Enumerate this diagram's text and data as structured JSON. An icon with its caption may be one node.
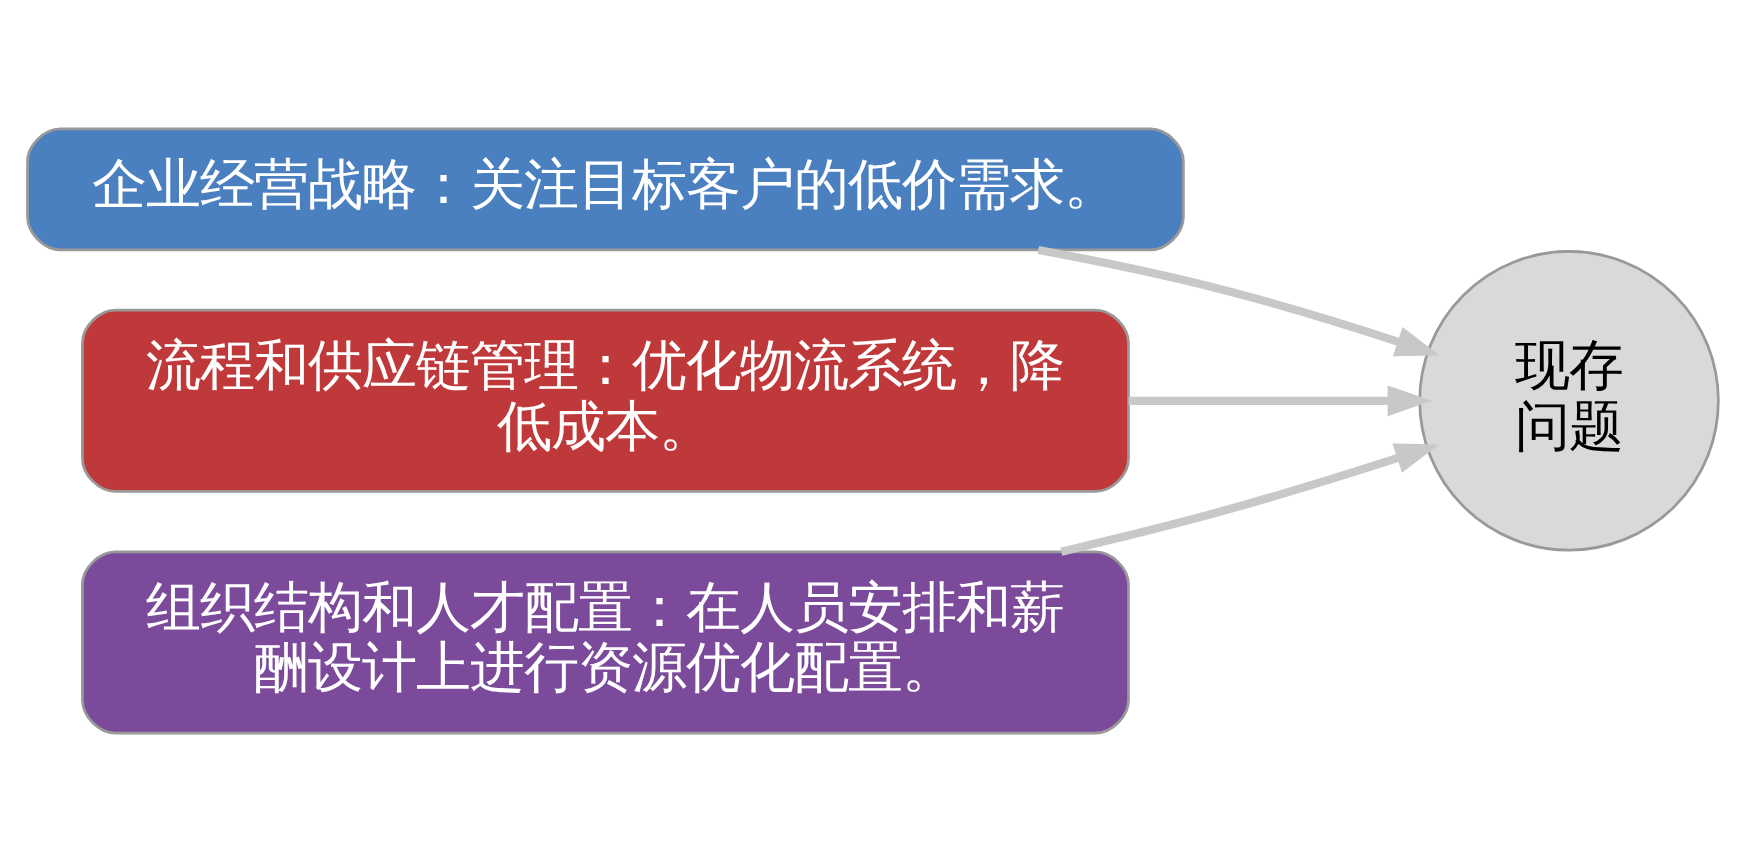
{
  "diagram": {
    "nodes": [
      {
        "text": [
          "企业经营战略：关注目标客户的低价需求。"
        ]
      },
      {
        "text": [
          "流程和供应链管理：优化物流系统，降低成本。"
        ]
      },
      {
        "text": [
          "组织结构和人才配置：在人员安排和薪酬设计上进行资源优化配置。"
        ]
      },
      {
        "text": [
          "现存问题"
        ]
      }
    ],
    "edges": [
      {
        "from": 0,
        "to": 3,
        "arrow": "to"
      },
      {
        "from": 1,
        "to": 3,
        "arrow": "to"
      },
      {
        "from": 2,
        "to": 3,
        "arrow": "to"
      }
    ]
  }
}
